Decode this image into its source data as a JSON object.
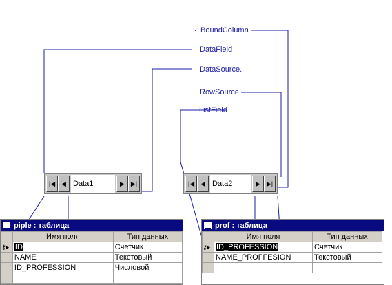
{
  "labels": {
    "bound_column": "BoundColumn",
    "data_field": "DataField",
    "data_source": "DataSource.",
    "row_source": "RowSource",
    "list_field": "ListField"
  },
  "data_controls": [
    {
      "caption": "Data1"
    },
    {
      "caption": "Data2"
    }
  ],
  "nav_glyphs": {
    "first": "|◀",
    "prev": "◀",
    "next": "▶",
    "last": "▶|"
  },
  "tables": [
    {
      "title": "piple : таблица",
      "headers": [
        "Имя поля",
        "Тип данных"
      ],
      "rows": [
        {
          "name": "ID",
          "type": "Счетчик"
        },
        {
          "name": "NAME",
          "type": "Текстовый"
        },
        {
          "name": "ID_PROFESSION",
          "type": "Числовой"
        },
        {
          "name": "",
          "type": ""
        }
      ]
    },
    {
      "title": "prof : таблица",
      "headers": [
        "Имя поля",
        "Тип данных"
      ],
      "rows": [
        {
          "name": "ID_PROFESSION",
          "type": "Счетчик"
        },
        {
          "name": "NAME_PROFFESION",
          "type": "Текстовый"
        },
        {
          "name": "",
          "type": ""
        }
      ]
    }
  ],
  "colors": {
    "connector": "#1c1ca8",
    "titlebar": "#0a0a80"
  }
}
